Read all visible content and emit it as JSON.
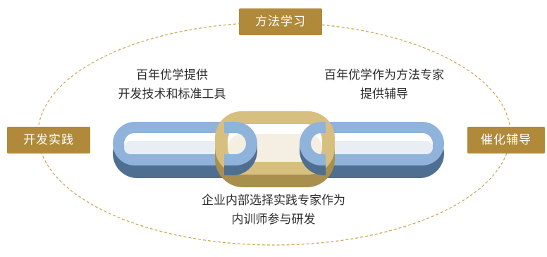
{
  "tags": {
    "top": "方法学习",
    "left": "开发实践",
    "right": "催化辅导"
  },
  "captions": {
    "top_left": [
      "百年优学提供",
      "开发技术和标准工具"
    ],
    "top_right": [
      "百年优学作为方法专家",
      "提供辅导"
    ],
    "bottom": [
      "企业内部选择实践专家作为",
      "内训师参与研发"
    ]
  },
  "colors": {
    "tag_fill": "#b08a3a",
    "ring_dash": "#c9a24a",
    "blue_link_front": "#8fb3da",
    "blue_link_side": "#4f6f92",
    "gold_link_front": "#d7bf7f",
    "gold_link_side": "#a98f4d"
  }
}
